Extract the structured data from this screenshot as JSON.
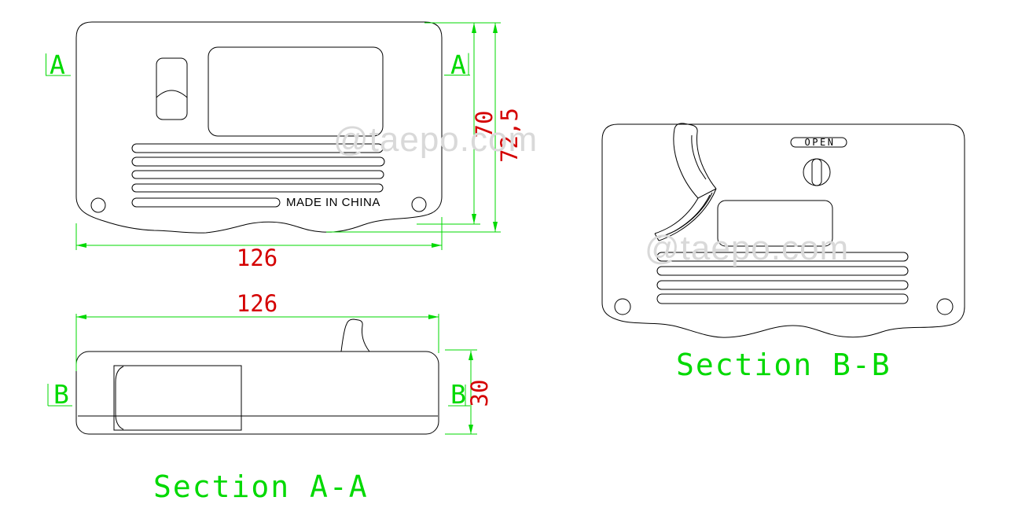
{
  "front_view": {
    "section_marker": "A",
    "made_in_label": "MADE IN CHINA",
    "dim_width": "126",
    "dim_height_inner": "70",
    "dim_height_overall": "72,5"
  },
  "section_aa": {
    "title": "Section A-A",
    "section_marker": "B",
    "dim_width": "126",
    "dim_depth": "30"
  },
  "section_bb": {
    "title": "Section B-B",
    "open_label": "OPEN"
  },
  "watermark": {
    "text": "@taepo.com"
  },
  "colors": {
    "line": "#000000",
    "annotation_green": "#00d900",
    "dimension_red": "#d40000",
    "watermark_gray": "#d9d9d9",
    "background": "#ffffff"
  }
}
